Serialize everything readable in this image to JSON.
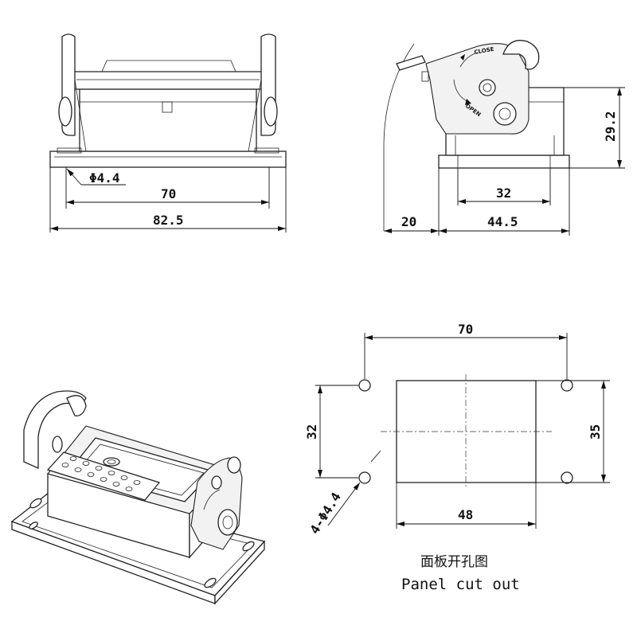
{
  "front_view": {
    "dimensions": {
      "hole_dia": "Φ4.4",
      "hole_spacing": "70",
      "overall_width": "82.5"
    }
  },
  "side_view": {
    "lever_labels": {
      "close": "CLOSE",
      "open": "OPEN"
    },
    "dimensions": {
      "lever_clearance": "20",
      "base_width": "44.5",
      "inner_width": "32",
      "height": "29.2"
    }
  },
  "panel_cutout": {
    "dimensions": {
      "hole_spacing_x": "70",
      "hole_spacing_y": "32",
      "cutout_width": "48",
      "cutout_height": "35",
      "holes": "4-Φ4.4"
    },
    "caption_cn": "面板开孔图",
    "caption_en": "Panel cut out"
  },
  "colors": {
    "line": "#222222",
    "background": "#ffffff"
  }
}
